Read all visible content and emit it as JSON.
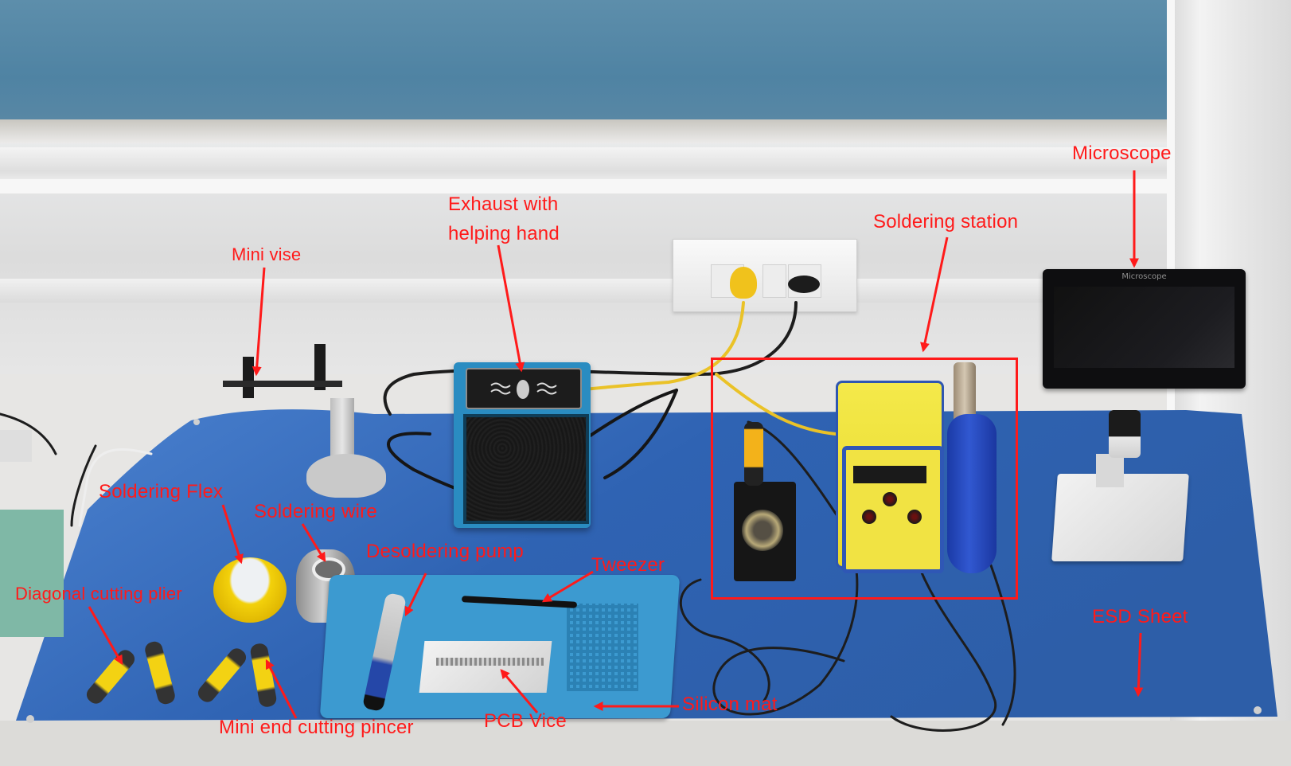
{
  "image": {
    "description": "Annotated photo of an electronics soldering workbench on a blue ESD sheet",
    "annotation_color": "#ff1a1a",
    "esd_sheet_color": "#2f63b3",
    "silicon_mat_color": "#3c9ad0"
  },
  "annotations": {
    "mini_vise": "Mini vise",
    "exhaust": "Exhaust with\nhelping hand",
    "soldering_station": "Soldering station",
    "microscope": "Microscope",
    "soldering_flex": "Soldering Flex",
    "soldering_wire": "Soldering wire",
    "desoldering_pump": "Desoldering pump",
    "tweezer": "Tweezer",
    "diagonal_cutting_plier": "Diagonal cutting plier",
    "mini_end_cutting_pincer": "Mini end cutting pincer",
    "pcb_vice": "PCB Vice",
    "silicon_mat": "Silicon mat",
    "esd_sheet": "ESD Sheet"
  },
  "device_text": {
    "microscope_brand": "Microscope"
  }
}
